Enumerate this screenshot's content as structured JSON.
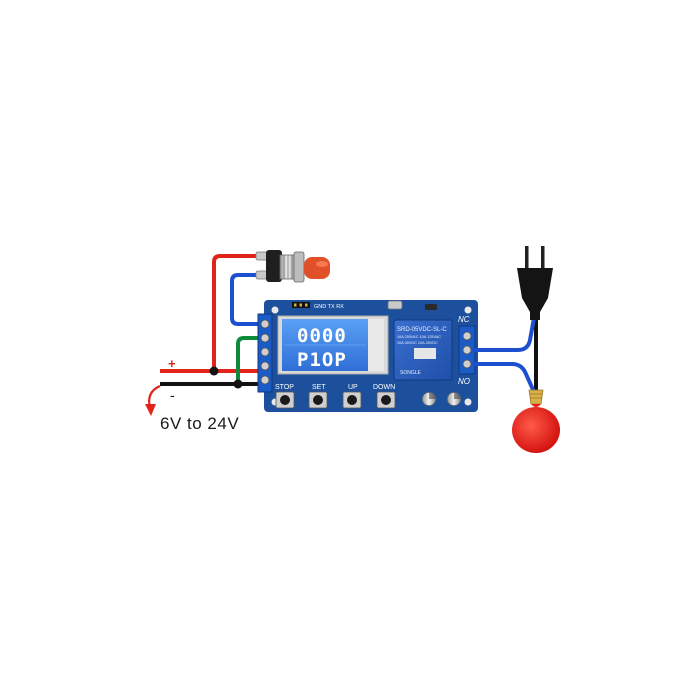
{
  "power": {
    "plus_label": "+",
    "minus_label": "-",
    "voltage_label": "6V to 24V"
  },
  "board": {
    "header_label": "GND TX RX",
    "relay_terminals": {
      "nc_label": "NC",
      "no_label": "NO"
    },
    "relay_text": {
      "line1": "SRD-05VDC-SL-C",
      "line2": "10A 250VAC 10A 125VAC",
      "line3": "10A 30VDC 10A 28VDC",
      "brand": "SONGLE"
    },
    "buttons": [
      {
        "label": "STOP"
      },
      {
        "label": "SET"
      },
      {
        "label": "UP"
      },
      {
        "label": "DOWN"
      }
    ]
  },
  "lcd": {
    "line1": "0000",
    "line2": "P1OP"
  },
  "colors": {
    "board_blue": "#1c4f9c",
    "lcd_blue": "#3f86e6",
    "wire_red": "#e2231a",
    "wire_blue": "#1d4fd1",
    "wire_green": "#0d8a3a",
    "wire_black": "#111111",
    "lamp_red": "#e8201e"
  },
  "icons": [
    "push-button-switch",
    "ac-plug",
    "light-bulb",
    "relay",
    "micro-usb-port"
  ]
}
